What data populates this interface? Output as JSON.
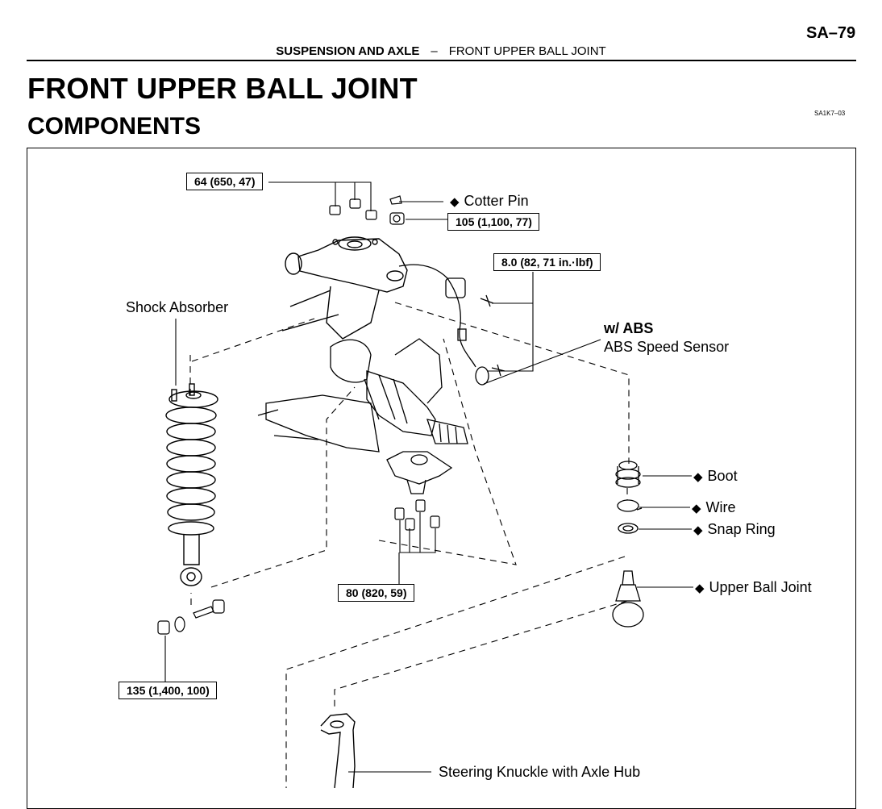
{
  "header": {
    "page_number": "SA–79",
    "section": "SUSPENSION AND AXLE",
    "separator": "–",
    "subsection": "FRONT UPPER BALL JOINT"
  },
  "title": "FRONT UPPER BALL JOINT",
  "subtitle": "COMPONENTS",
  "figure_code": "SA1K7–03",
  "torques": {
    "t1": "64 (650, 47)",
    "t2": "105 (1,100, 77)",
    "t3": "8.0 (82, 71 in.·lbf)",
    "t4": "80 (820, 59)",
    "t5": "135 (1,400, 100)"
  },
  "labels": {
    "cotter_pin": "Cotter Pin",
    "shock_absorber": "Shock Absorber",
    "w_abs": "w/ ABS",
    "abs_sensor": "ABS Speed Sensor",
    "boot": "Boot",
    "wire": "Wire",
    "snap_ring": "Snap Ring",
    "upper_ball_joint": "Upper Ball Joint",
    "steering_knuckle": "Steering Knuckle with Axle Hub",
    "non_reusable_mark": "◆"
  }
}
